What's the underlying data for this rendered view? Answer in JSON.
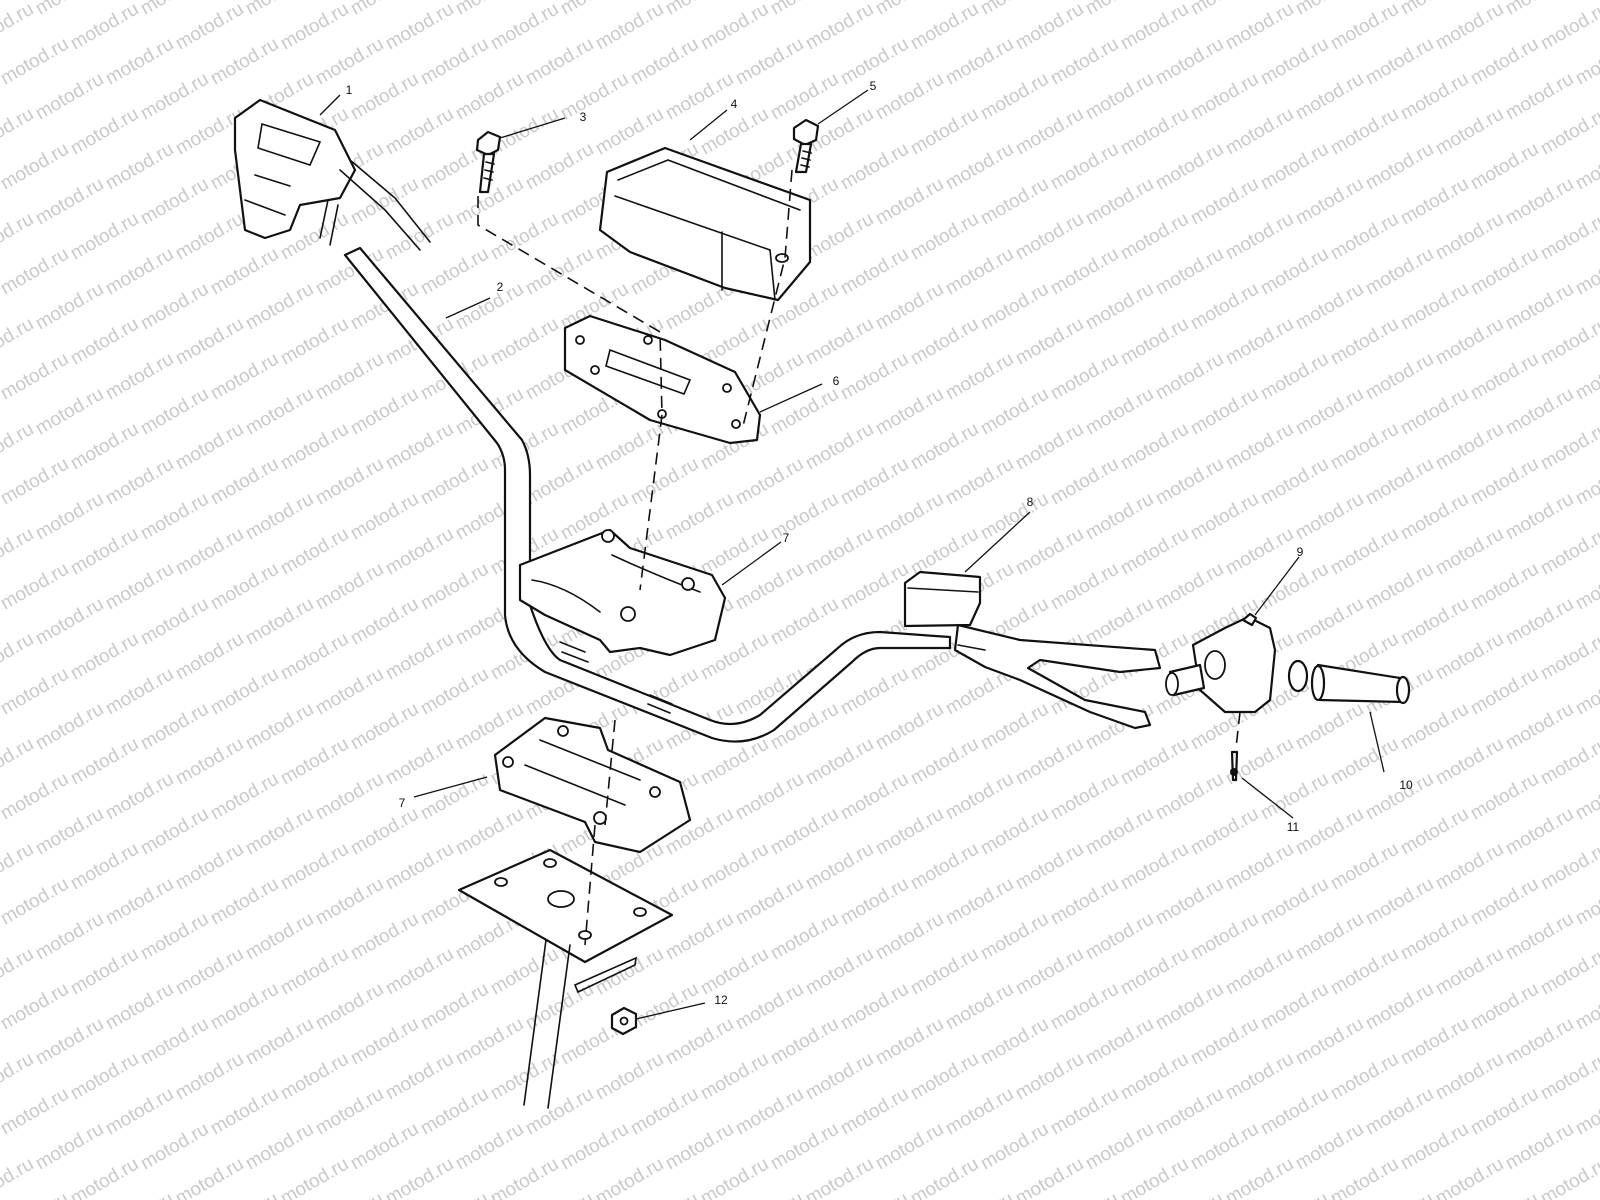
{
  "watermark": "motod.ru",
  "callouts": [
    "1",
    "2",
    "3",
    "4",
    "5",
    "6",
    "7",
    "7",
    "8",
    "9",
    "10",
    "11",
    "12"
  ]
}
